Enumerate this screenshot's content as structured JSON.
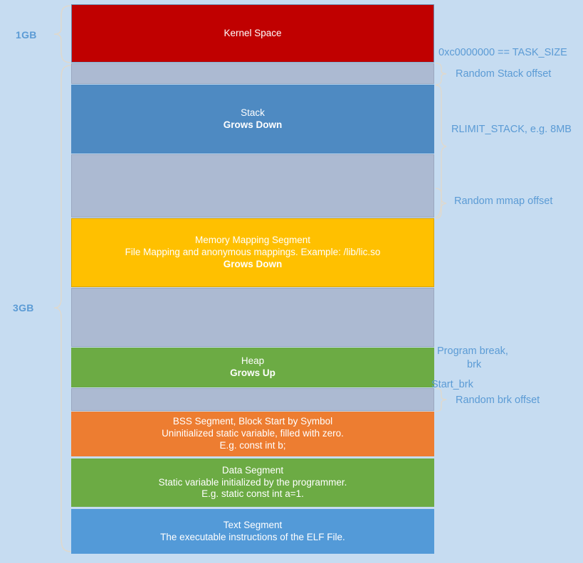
{
  "diagram": {
    "title": "Linux process virtual memory layout",
    "background_color": "#c6dcf1",
    "size_labels": [
      {
        "name": "kernel-size",
        "text": "1GB"
      },
      {
        "name": "user-size",
        "text": "3GB"
      }
    ],
    "blocks": [
      {
        "id": "kernel-space",
        "color": "#c00000",
        "lines": [
          {
            "text": "Kernel Space",
            "bold": false
          }
        ]
      },
      {
        "id": "random-stack-gap",
        "color": "#acbad2",
        "lines": []
      },
      {
        "id": "stack",
        "color": "#4e8ac2",
        "lines": [
          {
            "text": "Stack",
            "bold": false
          },
          {
            "text": "Grows Down",
            "bold": true
          }
        ]
      },
      {
        "id": "stack-mmap-gap",
        "color": "#acbad2",
        "lines": []
      },
      {
        "id": "memory-mapping-segment",
        "color": "#ffc000",
        "lines": [
          {
            "text": "Memory Mapping Segment",
            "bold": false
          },
          {
            "text": "File Mapping and anonymous mappings. Example: /lib/lic.so",
            "bold": false
          },
          {
            "text": "Grows Down",
            "bold": true
          }
        ]
      },
      {
        "id": "mmap-heap-gap",
        "color": "#acbad2",
        "lines": []
      },
      {
        "id": "heap",
        "color": "#6cab44",
        "lines": [
          {
            "text": "Heap",
            "bold": false
          },
          {
            "text": "Grows Up",
            "bold": true
          }
        ]
      },
      {
        "id": "random-brk-gap",
        "color": "#acbad2",
        "lines": []
      },
      {
        "id": "bss-segment",
        "color": "#ed7d31",
        "lines": [
          {
            "text": "BSS Segment, Block Start by Symbol",
            "bold": false
          },
          {
            "text": "Uninitialized static variable, filled with zero.",
            "bold": false
          },
          {
            "text": "E.g. const int b;",
            "bold": false
          }
        ]
      },
      {
        "id": "data-segment",
        "color": "#6cab44",
        "lines": [
          {
            "text": "Data Segment",
            "bold": false
          },
          {
            "text": "Static variable initialized by the programmer.",
            "bold": false
          },
          {
            "text": "E.g. static const int a=1.",
            "bold": false
          }
        ]
      },
      {
        "id": "text-segment",
        "color": "#539ad8",
        "lines": [
          {
            "text": "Text Segment",
            "bold": false
          },
          {
            "text": "The executable instructions of the ELF File.",
            "bold": false
          }
        ]
      }
    ],
    "annotations": [
      {
        "id": "task-size",
        "text": "0xc0000000 == TASK_SIZE"
      },
      {
        "id": "random-stack-offset",
        "text": "Random Stack offset"
      },
      {
        "id": "rlimit-stack",
        "text": "RLIMIT_STACK, e.g. 8MB"
      },
      {
        "id": "random-mmap-offset",
        "text": "Random mmap offset"
      },
      {
        "id": "program-break-1",
        "text": "Program break,"
      },
      {
        "id": "program-break-2",
        "text": "brk"
      },
      {
        "id": "start-brk",
        "text": "Start_brk"
      },
      {
        "id": "random-brk-offset",
        "text": "Random brk offset"
      }
    ],
    "colors": {
      "accent_text": "#5b9bd5",
      "brace": "#ded9cf",
      "gap_fill": "#acbad2"
    }
  }
}
